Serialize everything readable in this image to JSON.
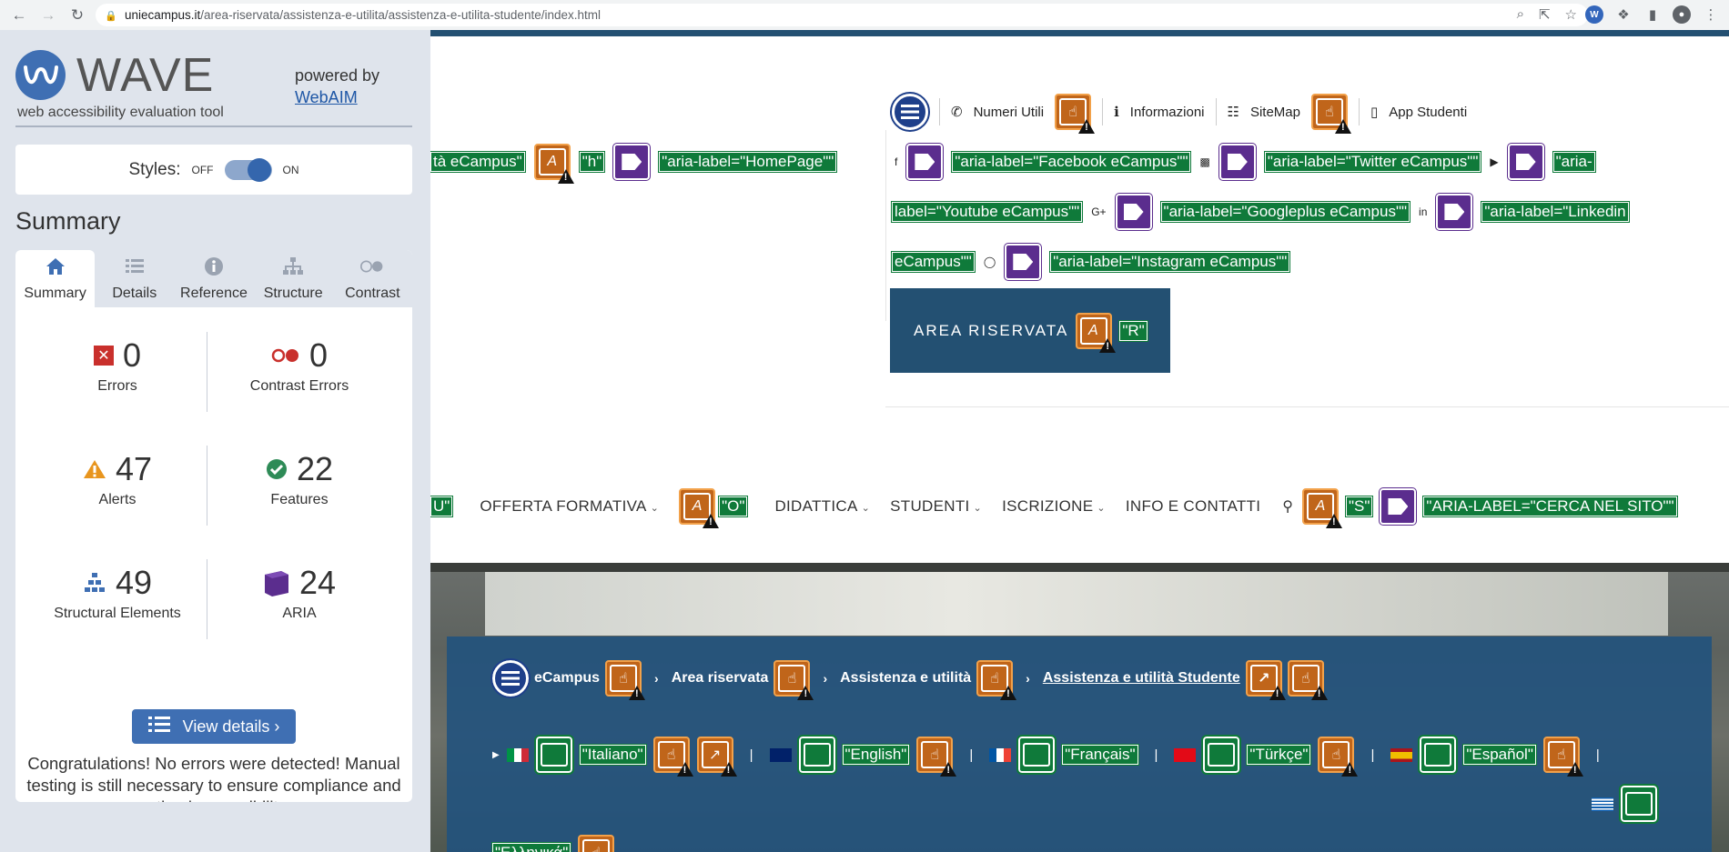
{
  "browser": {
    "url_host": "uniecampus.it",
    "url_path": "/area-riservata/assistenza-e-utilita/assistenza-e-utilita-studente/index.html"
  },
  "wave": {
    "name": "WAVE",
    "subtitle": "web accessibility evaluation tool",
    "powered_by": "powered by",
    "webaim": "WebAIM",
    "styles_label": "Styles:",
    "styles_off": "OFF",
    "styles_on": "ON",
    "summary_title": "Summary",
    "tabs": [
      {
        "label": "Summary",
        "icon": "home-icon"
      },
      {
        "label": "Details",
        "icon": "list-icon"
      },
      {
        "label": "Reference",
        "icon": "info-icon"
      },
      {
        "label": "Structure",
        "icon": "structure-icon"
      },
      {
        "label": "Contrast",
        "icon": "contrast-icon"
      }
    ],
    "stats": {
      "errors": {
        "count": "0",
        "label": "Errors"
      },
      "contrast_errors": {
        "count": "0",
        "label": "Contrast Errors"
      },
      "alerts": {
        "count": "47",
        "label": "Alerts"
      },
      "features": {
        "count": "22",
        "label": "Features"
      },
      "structural": {
        "count": "49",
        "label": "Structural Elements"
      },
      "aria": {
        "count": "24",
        "label": "ARIA"
      }
    },
    "view_details": "View details ›",
    "congrats": "Congratulations! No errors were detected! Manual testing is still necessary to ensure compliance and optimal accessibility."
  },
  "page": {
    "logo_text": "tà eCampus\"",
    "h_label": "\"h\"",
    "homepage_label": "\"aria-label=\"HomePage\"\"",
    "top_links": [
      "Numeri Utili",
      "Informazioni",
      "SiteMap",
      "App Studenti"
    ],
    "social": {
      "facebook": "\"aria-label=\"Facebook eCampus\"\"",
      "twitter": "\"aria-label=\"Twitter eCampus\"\"",
      "youtube_a": "\"aria-",
      "youtube_b": "label=\"Youtube eCampus\"\"",
      "google": "\"aria-label=\"Googleplus eCampus\"\"",
      "linkedin_a": "\"aria-label=\"Linkedin",
      "linkedin_b": "eCampus\"\"",
      "instagram": "\"aria-label=\"Instagram eCampus\"\""
    },
    "area_riservata": "AREA RISERVATA",
    "area_r": "\"R\"",
    "menu": {
      "u_label": "U\"",
      "items": [
        "OFFERTA FORMATIVA",
        "DIDATTICA",
        "STUDENTI",
        "ISCRIZIONE",
        "INFO E CONTATTI"
      ],
      "o_label": "\"O\"",
      "s_label": "\"S\"",
      "search_label": "\"ARIA-LABEL=\"CERCA NEL SITO\"\""
    },
    "breadcrumbs": [
      "eCampus",
      "Area riservata",
      "Assistenza e utilità",
      "Assistenza e utilità Studente"
    ],
    "languages": [
      "\"Italiano\"",
      "\"English\"",
      "\"Français\"",
      "\"Türkçe\"",
      "\"Español\"",
      "\"Ελληνικά\""
    ]
  }
}
